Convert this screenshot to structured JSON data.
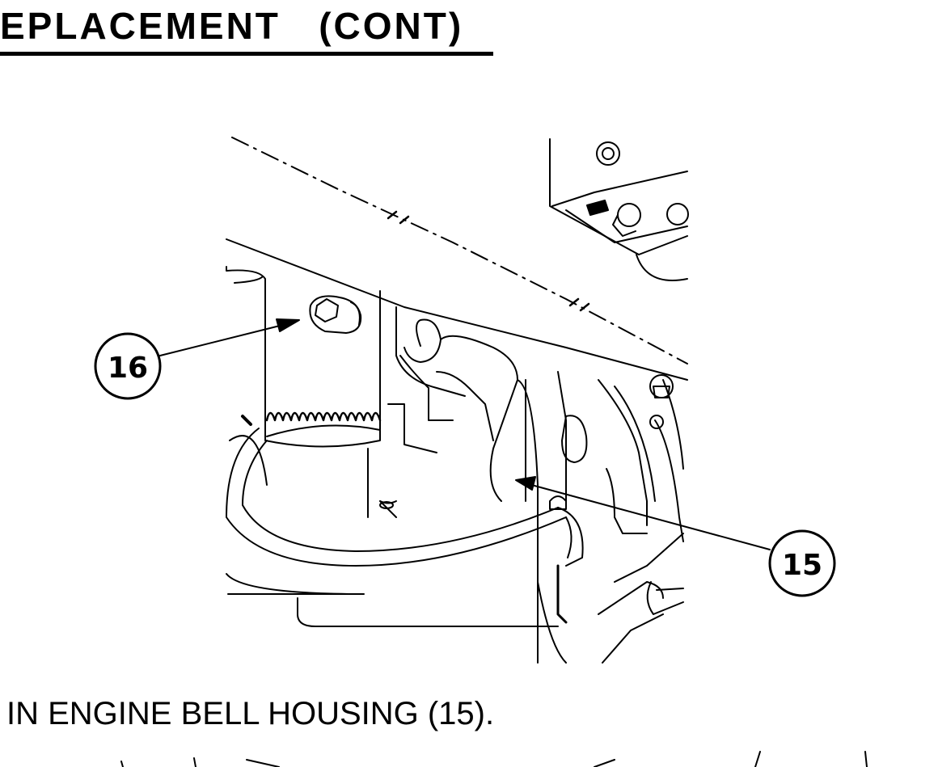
{
  "header": {
    "title": "EPLACEMENT   (CONT)"
  },
  "figure": {
    "callouts": [
      {
        "label": "16",
        "icon": "callout-circle"
      },
      {
        "label": "15",
        "icon": "callout-circle"
      }
    ]
  },
  "body": {
    "instruction_text": "IN ENGINE BELL HOUSING (15)."
  }
}
